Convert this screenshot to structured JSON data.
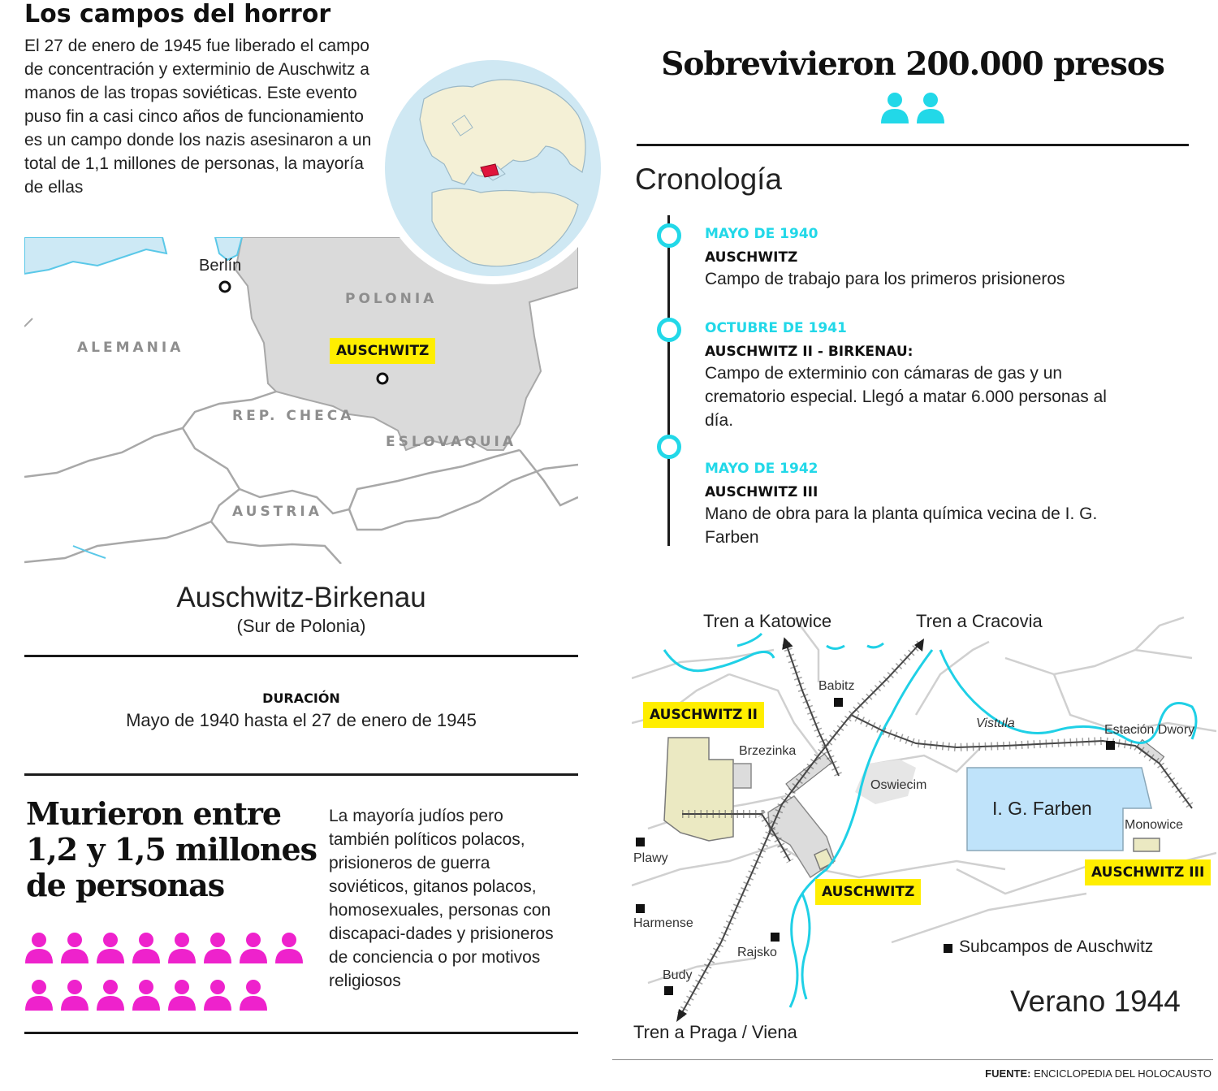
{
  "title": "Los campos del horror",
  "intro": "El 27 de enero de 1945 fue liberado el campo de concentración y exterminio de Auschwitz a manos de las tropas soviéticas. Este evento puso fin a casi cinco años de funcionamiento es un campo donde los nazis asesinaron a un total de 1,1 millones de personas, la mayoría de ellas",
  "survivors": {
    "headline": "Sobrevivieron 200.000 presos",
    "icon_count": 2,
    "icon": "person-icon",
    "color": "#22d8e8"
  },
  "chronology": {
    "title": "Cronología",
    "events": [
      {
        "date": "MAYO DE 1940",
        "name": "AUSCHWITZ",
        "desc": "Campo de trabajo para los primeros prisioneros"
      },
      {
        "date": "OCTUBRE DE 1941",
        "name": "AUSCHWITZ II - BIRKENAU:",
        "desc": "Campo de exterminio con cámaras de gas y un crematorio especial. Llegó a matar 6.000 personas al día."
      },
      {
        "date": "MAYO DE 1942",
        "name": "AUSCHWITZ III",
        "desc": "Mano de obra para la planta química vecina de I. G. Farben"
      }
    ]
  },
  "region_map": {
    "city": "Berlín",
    "countries": [
      "POLONIA",
      "ALEMANIA",
      "REP. CHECA",
      "ESLOVAQUIA",
      "AUSTRIA"
    ],
    "marker": "AUSCHWITZ",
    "highlight_color": "#dadada",
    "accent": "#ffee00"
  },
  "location": {
    "name": "Auschwitz-Birkenau",
    "sub": "(Sur de Polonia)"
  },
  "duration": {
    "label": "DURACIÓN",
    "value": "Mayo de 1940 hasta el 27 de enero de 1945"
  },
  "deaths": {
    "headline": [
      "Murieron entre",
      "1,2 y 1,5 millones",
      "de personas"
    ],
    "desc": "La mayoría judíos pero también políticos polacos, prisioneros de guerra soviéticos, gitanos polacos, homosexuales, personas con discapaci-dades y prisioneros de conciencia o por motivos religiosos",
    "icon_count": 15,
    "icon": "person-icon",
    "color": "#ee22cc"
  },
  "camp_map": {
    "trains": {
      "katowice": "Tren a Katowice",
      "cracovia": "Tren a Cracovia",
      "praga": "Tren a Praga / Viena"
    },
    "places": {
      "babitz": "Babitz",
      "brzezinka": "Brzezinka",
      "oswiecim": "Oswiecim",
      "vistula": "Vistula",
      "dwory": "Estación Dwory",
      "farben": "I. G. Farben",
      "monowice": "Monowice",
      "plawy": "Plawy",
      "harmense": "Harmense",
      "rajsko": "Rajsko",
      "budy": "Budy"
    },
    "camps": {
      "a2": "AUSCHWITZ II",
      "a1": "AUSCHWITZ",
      "a3": "AUSCHWITZ III"
    },
    "legend": "Subcampos de Auschwitz",
    "period": "Verano 1944"
  },
  "source": {
    "label": "FUENTE:",
    "value": "ENCICLOPEDIA DEL HOLOCAUSTO"
  }
}
